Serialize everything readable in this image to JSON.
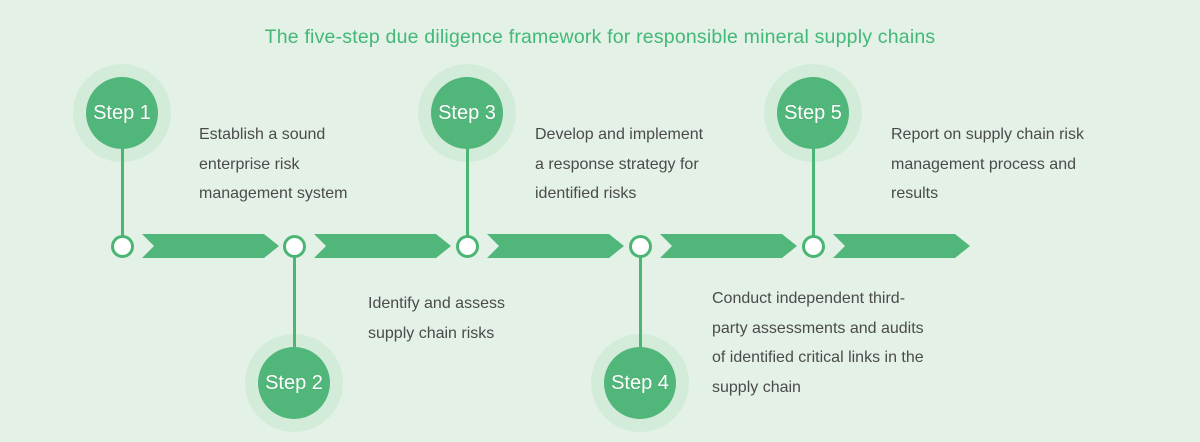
{
  "title": "The five-step due diligence framework for responsible mineral supply chains",
  "colors": {
    "background": "#e3f1e7",
    "accent-green": "#51b67a",
    "halo-green": "#d3ecda",
    "ring-green": "#4bb673",
    "title-green": "#43b877",
    "text-gray": "#4b4b4b",
    "step-label-white": "#ffffff"
  },
  "steps": [
    {
      "label": "Step 1",
      "description_lines": [
        "Establish a sound",
        "enterprise risk",
        "management system"
      ]
    },
    {
      "label": "Step 2",
      "description_lines": [
        "Identify and assess",
        "supply chain risks"
      ]
    },
    {
      "label": "Step 3",
      "description_lines": [
        "Develop and implement",
        "a response strategy for",
        "identified risks"
      ]
    },
    {
      "label": "Step 4",
      "description_lines": [
        "Conduct independent third-",
        "party assessments and audits",
        "of identified critical links in the",
        "supply chain"
      ]
    },
    {
      "label": "Step 5",
      "description_lines": [
        "Report on supply chain risk",
        "management process and",
        "results"
      ]
    }
  ]
}
